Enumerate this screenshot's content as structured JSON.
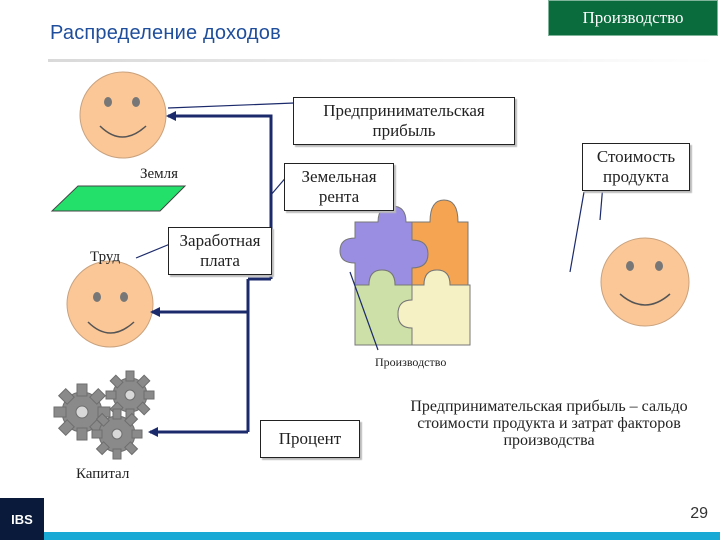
{
  "header": {
    "title": "Распределение доходов",
    "section_tab": "Производство"
  },
  "boxes": {
    "entrepreneurial_profit": "Предпринимательская прибыль",
    "land_rent": "Земельная рента",
    "wages": "Заработная плата",
    "product_value": "Стоимость продукта",
    "interest": "Процент"
  },
  "labels": {
    "land": "Земля",
    "labor": "Труд",
    "capital": "Капитал",
    "production": "Производство"
  },
  "definition": "Предпринимательская прибыль – сальдо стоимости продукта и затрат факторов производства",
  "footer": {
    "logo": "IBS",
    "page_number": "29"
  },
  "colors": {
    "title": "#1f4e9c",
    "section_tab": "#0a6b3c",
    "face": "#fbc797",
    "land": "#22e06a",
    "arrow": "#1b2a6b",
    "gear": "#8a8a8a",
    "bottom_bar": "#18a9d4",
    "puzzle_blue": "#9a8ee3",
    "puzzle_orange": "#f5a451",
    "puzzle_green": "#cde0a7",
    "puzzle_yellow": "#f6f1c4"
  }
}
